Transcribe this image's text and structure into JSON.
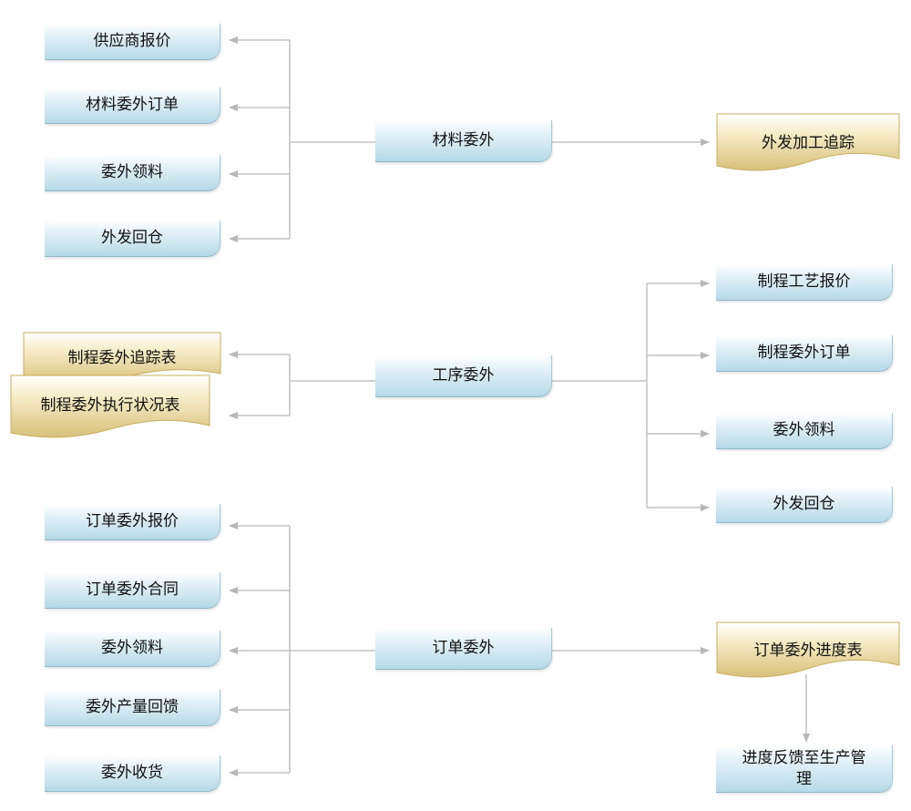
{
  "colors": {
    "line": "#b8b8b8",
    "blue_box": "#b5d9e7",
    "gold_doc": "#d9c07a"
  },
  "material": {
    "hub": "材料委外",
    "left_items": [
      "供应商报价",
      "材料委外订单",
      "委外领料",
      "外发回仓"
    ],
    "right_doc": "外发加工追踪"
  },
  "process": {
    "hub": "工序委外",
    "left_docs": [
      "制程委外追踪表",
      "制程委外执行状况表"
    ],
    "right_items": [
      "制程工艺报价",
      "制程委外订单",
      "委外领料",
      "外发回仓"
    ]
  },
  "order": {
    "hub": "订单委外",
    "left_items": [
      "订单委外报价",
      "订单委外合同",
      "委外领料",
      "委外产量回馈",
      "委外收货"
    ],
    "right_doc": "订单委外进度表",
    "feedback": "进度反馈至生产管理"
  }
}
